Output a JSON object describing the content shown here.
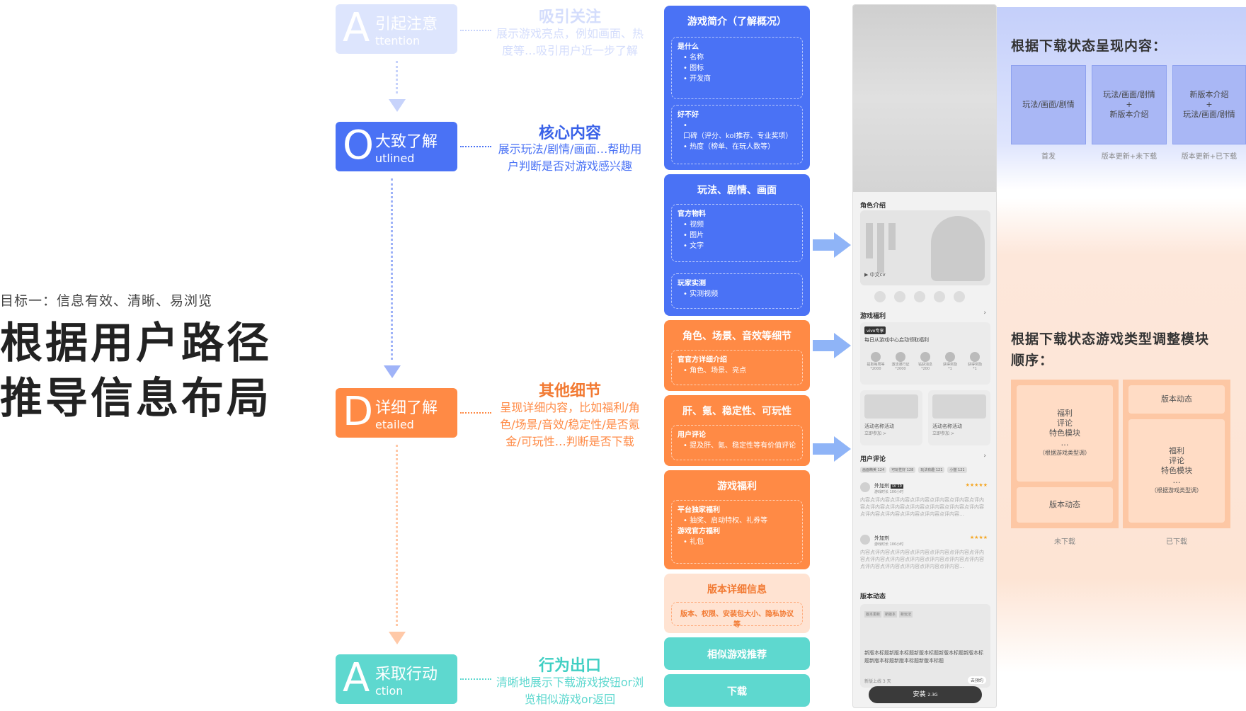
{
  "goal": "目标一：信息有效、清晰、易浏览",
  "title_lines": [
    "根据用户路径",
    "推导信息布局"
  ],
  "steps": [
    {
      "letter": "A",
      "cn": "引起注意",
      "en": "ttention",
      "title": "吸引关注",
      "desc": [
        "展示游戏亮点，例如画面、热",
        "度等…吸引用户近一步了解"
      ]
    },
    {
      "letter": "O",
      "cn": "大致了解",
      "en": "utlined",
      "title": "核心内容",
      "desc": [
        "展示玩法/剧情/画面…帮助用",
        "户判断是否对游戏感兴趣"
      ]
    },
    {
      "letter": "D",
      "cn": "详细了解",
      "en": "etailed",
      "title": "其他细节",
      "desc": [
        "呈现详细内容，比如福利/角",
        "色/场景/音效/稳定性/是否氪",
        "金/可玩性…判断是否下载"
      ]
    },
    {
      "letter": "A",
      "cn": "采取行动",
      "en": "ction",
      "title": "行为出口",
      "desc": [
        "清晰地展示下载游戏按钮or浏",
        "览相似游戏or返回"
      ]
    }
  ],
  "cards": {
    "intro": {
      "title": "游戏简介（了解概况）",
      "sub1_title": "是什么",
      "sub1_items": [
        "名称",
        "图标",
        "开发商"
      ],
      "sub2_title": "好不好",
      "sub2_items": [
        "口碑（评分、kol推荐、专业奖项）",
        "热度（榜单、在玩人数等）"
      ]
    },
    "gameplay": {
      "title": "玩法、剧情、画面",
      "sub1_title": "官方物料",
      "sub1_items": [
        "视频",
        "图片",
        "文字"
      ],
      "sub2_title": "玩家实测",
      "sub2_items": [
        "实测视频"
      ]
    },
    "roles": {
      "title": "角色、场景、音效等细节",
      "sub1_title": "官官方详细介绍",
      "sub1_items": [
        "角色、场景、亮点"
      ]
    },
    "liver": {
      "title": "肝、氪、稳定性、可玩性",
      "sub1_title": "用户评论",
      "sub1_items": [
        "提及肝、氪、稳定性等有价值评论"
      ]
    },
    "welfare": {
      "title": "游戏福利",
      "sub1_title": "平台独家福利",
      "sub1_items": [
        "抽奖、启动特权、礼券等"
      ],
      "sub2_title": "游戏官方福利",
      "sub2_items": [
        "礼包"
      ]
    },
    "version": {
      "title": "版本详细信息",
      "sub1_title": "版本、权限、安装包大小、隐私协议等"
    },
    "similar": {
      "title": "相似游戏推荐"
    },
    "download": {
      "title": "下载"
    }
  },
  "phone": {
    "role_intro": "角色介绍",
    "cv_label": "中文cv",
    "welfare": "游戏福利",
    "vip_badge": "vivo专享",
    "welfare_desc": "每日从游戏中心启动领取福利",
    "welfare_items": [
      "提取每周等",
      "激活通行证",
      "钻获消息",
      "获得奖励",
      "获得奖励"
    ],
    "welfare_nums": [
      "*2000",
      "*2000",
      "*200",
      "*1",
      "*1"
    ],
    "act1": "活动名称活动",
    "act2": "活动名称活动",
    "act_sub": "立即参加 >",
    "reviews": "用户评论",
    "review_tags": [
      "画面精美 124",
      "可玩性好 128",
      "玩法有趣 121",
      "小猫 121"
    ],
    "reviewer": "外加剂",
    "reviewer_tag": "LV 10",
    "review_time": "游戏时长 100小时",
    "review_text": "内容点评内容点评内容点评内容点评内容点评内容点评内容点评内容点评内容点评内容点评内容点评内容点评内容点评内容点评内容点评内容点评内容点评内容…",
    "version": "版本动态",
    "version_tags": [
      "版本更新",
      "新版本",
      "新玩法"
    ],
    "version_text": "新版本标题新版本标题新版本标题新版本标题新版本标题新版本标题新版本标题新版本标题",
    "ticket": "新版上线 3 天",
    "pre": "去预约",
    "install": "安装",
    "install_size": "2.3G"
  },
  "right_top": {
    "title": "根据下载状态呈现内容：",
    "boxes": [
      {
        "lines": [
          "玩法/画面/剧情"
        ],
        "cap": "首发"
      },
      {
        "lines": [
          "玩法/画面/剧情",
          "+",
          "新版本介绍"
        ],
        "cap": "版本更新+未下载"
      },
      {
        "lines": [
          "新版本介绍",
          "+",
          "玩法/画面/剧情"
        ],
        "cap": "版本更新+已下载"
      }
    ]
  },
  "right_bottom": {
    "title_lines": [
      "根据下载状态游戏类型调整模块",
      "顺序："
    ],
    "left_col": {
      "main": [
        "福利",
        "评论",
        "特色模块",
        "…",
        "（根据游戏类型调）"
      ],
      "second": "版本动态",
      "cap": "未下载"
    },
    "right_col": {
      "first": "版本动态",
      "main": [
        "福利",
        "评论",
        "特色模块",
        "…",
        "（根据游戏类型调）"
      ],
      "cap": "已下载"
    }
  },
  "colors": {
    "blue": "#4a72f5",
    "orange": "#ff8a45",
    "teal": "#5ed8cf",
    "lightblue": "#dde5fd"
  }
}
